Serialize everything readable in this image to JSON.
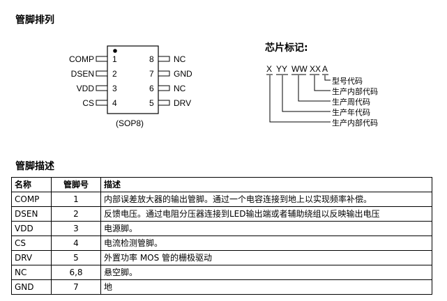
{
  "pin_section_title": "管脚排列",
  "package_label": "(SOP8)",
  "pins_left": [
    {
      "label": "COMP",
      "num": "1"
    },
    {
      "label": "DSEN",
      "num": "2"
    },
    {
      "label": "VDD",
      "num": "3"
    },
    {
      "label": "CS",
      "num": "4"
    }
  ],
  "pins_right": [
    {
      "label": "NC",
      "num": "8"
    },
    {
      "label": "GND",
      "num": "7"
    },
    {
      "label": "NC",
      "num": "6"
    },
    {
      "label": "DRV",
      "num": "5"
    }
  ],
  "marking_title": "芯片标记:",
  "marking_codes": [
    "X",
    "YY",
    "WW",
    "XX",
    "A"
  ],
  "marking_legend": [
    "型号代码",
    "生产内部代码",
    "生产周代码",
    "生产年代码",
    "生产内部代码"
  ],
  "desc_section_title": "管脚描述",
  "table": {
    "headers": [
      "名称",
      "管脚号",
      "描述"
    ],
    "rows": [
      [
        "COMP",
        "1",
        "内部误差放大器的输出管脚。通过一个电容连接到地上以实现频率补偿。"
      ],
      [
        "DSEN",
        "2",
        "反馈电压。通过电阻分压器连接到LED输出端或者辅助绕组以反映输出电压"
      ],
      [
        "VDD",
        "3",
        "电源脚。"
      ],
      [
        "CS",
        "4",
        "电流检测管脚。"
      ],
      [
        "DRV",
        "5",
        "外置功率 MOS 管的栅极驱动"
      ],
      [
        "NC",
        "6,8",
        "悬空脚。"
      ],
      [
        "GND",
        "7",
        "地"
      ]
    ]
  }
}
